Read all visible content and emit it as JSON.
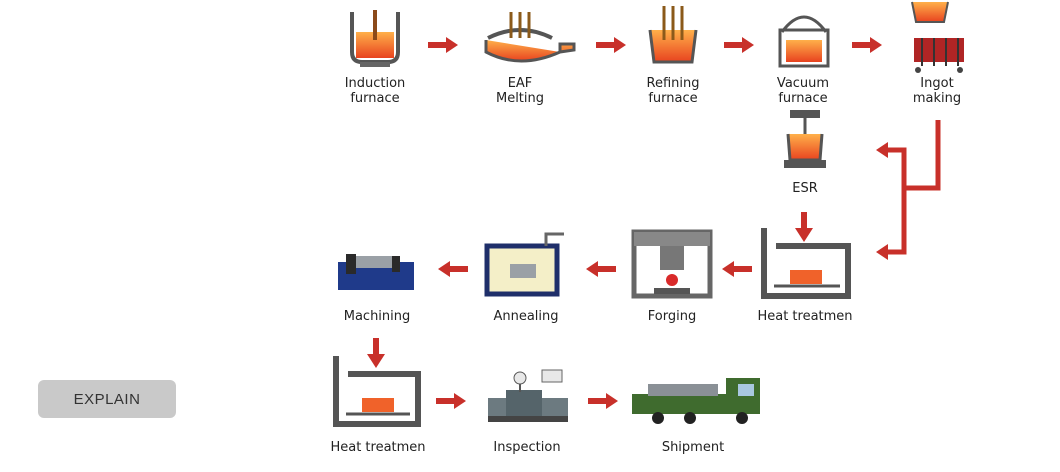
{
  "button": {
    "label": "EXPLAIN"
  },
  "steps": {
    "induction_furnace": {
      "line1": "Induction",
      "line2": "furnace"
    },
    "eaf_melting": {
      "line1": "EAF",
      "line2": "Melting"
    },
    "refining_furnace": {
      "line1": "Refining",
      "line2": "furnace"
    },
    "vacuum_furnace": {
      "line1": "Vacuum",
      "line2": "furnace"
    },
    "ingot_making": {
      "line1": "Ingot",
      "line2": "making"
    },
    "esr": {
      "label": "ESR"
    },
    "heat_treatment_1": {
      "label": "Heat treatmen"
    },
    "forging": {
      "label": "Forging"
    },
    "annealing": {
      "label": "Annealing"
    },
    "machining": {
      "label": "Machining"
    },
    "heat_treatment_2": {
      "label": "Heat treatmen"
    },
    "inspection": {
      "label": "Inspection"
    },
    "shipment": {
      "label": "Shipment"
    }
  },
  "colors": {
    "arrow": "#c8302a",
    "molten": "#f0622a",
    "steel": "#4a4f55",
    "machine_blue": "#1f3a8a",
    "truck_green": "#3f6b2e"
  }
}
